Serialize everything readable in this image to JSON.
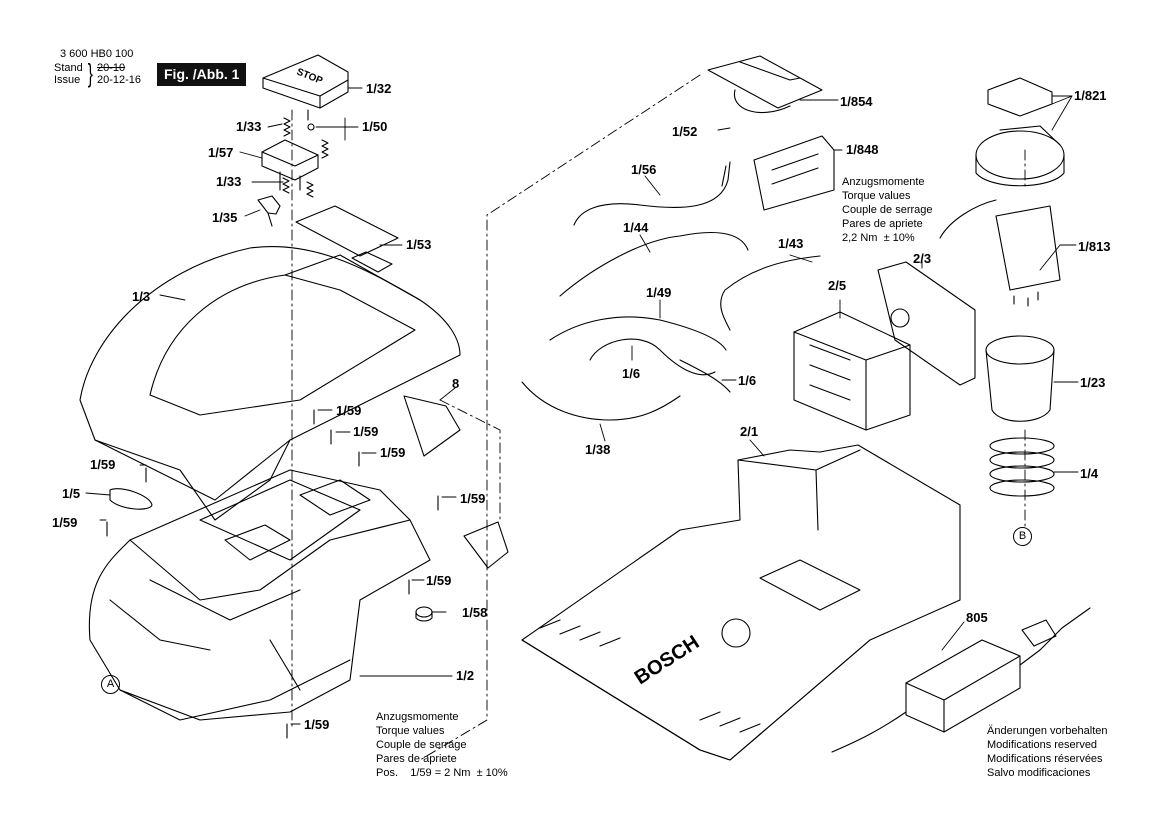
{
  "header": {
    "part_number": "3 600 HB0 100",
    "stand_label": "Stand",
    "stand_value": "20-10",
    "issue_label": "Issue",
    "issue_value": "20-12-16",
    "figure_title": "Fig. /Abb. 1"
  },
  "labels": {
    "l1_32": "1/32",
    "l1_33a": "1/33",
    "l1_50": "1/50",
    "l1_57": "1/57",
    "l1_33b": "1/33",
    "l1_35": "1/35",
    "l1_53": "1/53",
    "l1_3": "1/3",
    "l8": "8",
    "l1_59a": "1/59",
    "l1_59b": "1/59",
    "l1_59c": "1/59",
    "l1_59d": "1/59",
    "l1_59e": "1/59",
    "l1_59f": "1/59",
    "l1_59g": "1/59",
    "l1_59h": "1/59",
    "l1_5": "1/5",
    "l1_58": "1/58",
    "l1_2": "1/2",
    "l1_854": "1/854",
    "l1_52": "1/52",
    "l1_848": "1/848",
    "l1_56": "1/56",
    "l1_44": "1/44",
    "l1_43": "1/43",
    "l1_49": "1/49",
    "l1_6a": "1/6",
    "l1_6b": "1/6",
    "l1_38": "1/38",
    "l2_5": "2/5",
    "l2_3": "2/3",
    "l2_1": "2/1",
    "l805": "805",
    "l1_821": "1/821",
    "l1_813": "1/813",
    "l1_23": "1/23",
    "l1_4": "1/4"
  },
  "markers": {
    "a": "A",
    "b": "B"
  },
  "torque_note_upper": "Anzugsmomente\nTorque values\nCouple de serrage\nPares de apriete\n2,2 Nm  ± 10%",
  "torque_note_lower": "Anzugsmomente\nTorque values\nCouple de serrage\nPares de apriete\nPos.    1/59 = 2 Nm  ± 10%",
  "modifications_note": "Änderungen vorbehalten\nModifications reserved\nModifications réservées\nSalvo modificaciones",
  "stamped_text": {
    "brand": "BOSCH",
    "stop": "STOP"
  },
  "colors": {
    "ink": "#000000",
    "shade": "#3a3a3a",
    "paper": "#ffffff"
  }
}
